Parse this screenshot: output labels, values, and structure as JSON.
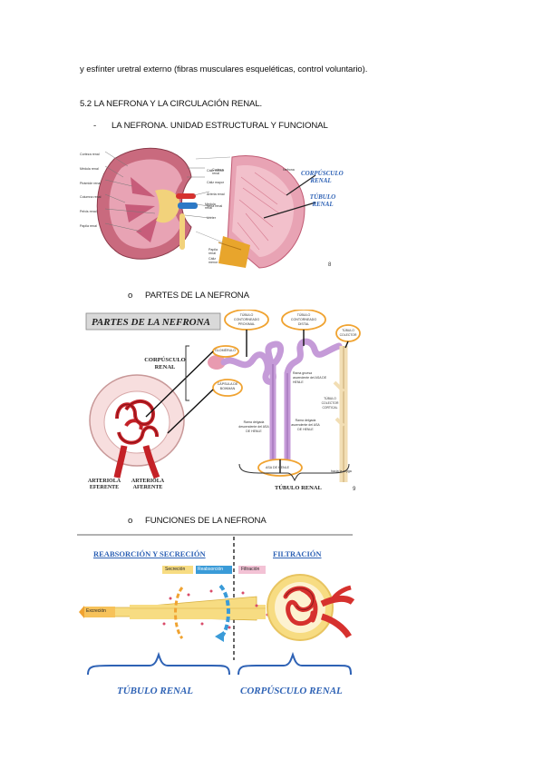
{
  "document": {
    "intro_line": "y esfínter uretral externo (fibras musculares esqueléticas, control voluntario).",
    "section_heading": "5.2 LA NEFRONA Y LA CIRCULACIÓN RENAL.",
    "bullet_dash": "-",
    "subheading": "LA NEFRONA. UNIDAD ESTRUCTURAL Y FUNCIONAL",
    "bullet_o": "o",
    "partes_heading": "PARTES DE LA NEFRONA",
    "funciones_heading": "FUNCIONES DE LA NEFRONA"
  },
  "figure_kidney": {
    "labels_left": [
      "Corteza renal",
      "Médula renal",
      "Pirámide renal",
      "Columna renal",
      "Pelvis renal",
      "Papila renal"
    ],
    "labels_mid": [
      "Cáliz menor",
      "Cáliz mayor",
      "Arteria renal",
      "Vena renal",
      "Uréter"
    ],
    "labels_zoom": [
      "Corteza renal",
      "Nefrona",
      "Médula renal",
      "Papila renal",
      "Cáliz menor"
    ],
    "corpusculo_label": "CORPÚSCULO RENAL",
    "tubulo_label": "TÚBULO RENAL",
    "page_number": "8"
  },
  "figure_partes": {
    "title": "PARTES DE LA NEFRONA",
    "corpusculo": "CORPÚSCULO RENAL",
    "glomerulo": "GLOMÉRULO",
    "capsula": "CÁPSULA DE BOWMAN",
    "tcp": "TÚBULO CONTORNEADO PROXIMAL",
    "tcd": "TÚBULO CONTORNEADO DISTAL",
    "colector": "TÚBULO COLECTOR",
    "rama_gruesa": "Rama gruesa ascendente del ASA DE HENLE",
    "colector_cortical": "TÚBULO COLECTOR CORTICAL",
    "rama_desc": "Rama delgada descendente del ASA DE HENLE",
    "rama_asc": "Rama delgada ascendente del ASA DE HENLE",
    "asa": "ASA DE HENLE",
    "vejiga": "hacia la vejiga",
    "arteriola_eferente": "ARTERIOLA EFERENTE",
    "arteriola_aferente": "ARTERIOLA AFERENTE",
    "tubulo_renal": "TÚBULO RENAL",
    "page_number": "9"
  },
  "figure_funciones": {
    "left_title": "REABSORCIÓN Y SECRECIÓN",
    "right_title": "FILTRACIÓN",
    "legend_secrecion": "Secreción",
    "legend_reabsorcion": "Reabsorción",
    "legend_filtracion": "Filtración",
    "excrecion": "Excreción",
    "tubulo_renal": "TÚBULO RENAL",
    "corpusculo_renal": "CORPÚSCULO RENAL"
  },
  "colors": {
    "title_blue": "#2e62b5",
    "orange": "#f0a331",
    "tubule_purple": "#c59bd8",
    "tubule_yellow": "#f7dc82",
    "artery_red": "#d6312e",
    "legend_blue": "#3a9bd8",
    "legend_pink": "#e87aa6"
  }
}
